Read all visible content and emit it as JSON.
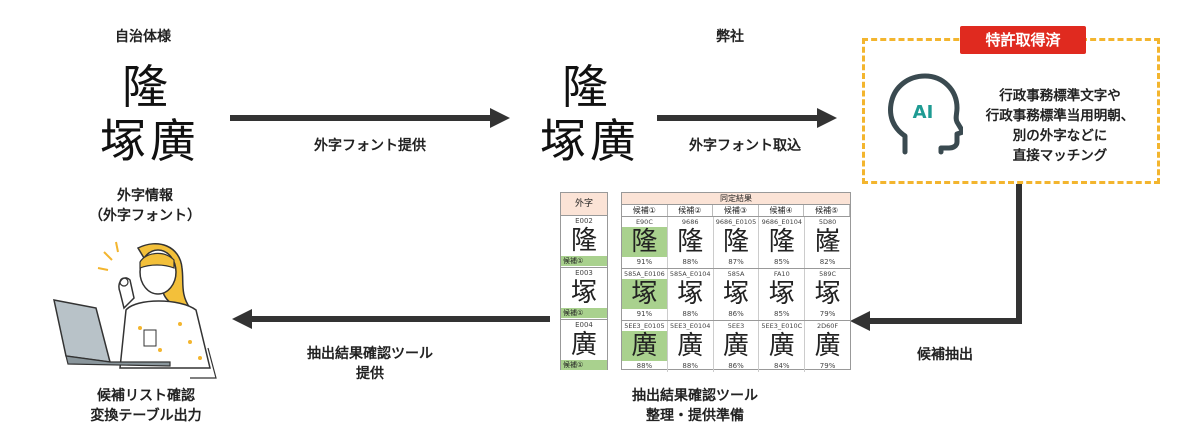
{
  "left": {
    "title": "自治体様",
    "char_top": "隆",
    "char_bottom": "塚廣",
    "caption_line1": "外字情報",
    "caption_line2": "（外字フォント）"
  },
  "arrow1_label": "外字フォント提供",
  "middle": {
    "title": "弊社",
    "char_top": "隆",
    "char_bottom": "塚廣"
  },
  "arrow2_label": "外字フォント取込",
  "ai": {
    "badge": "特許取得済",
    "icon_text": "AI",
    "lines": [
      "行政事務標準文字や",
      "行政事務標準当用明朝、",
      "別の外字などに",
      "直接マッチング"
    ]
  },
  "arrow3_label": "候補抽出",
  "table_caption": [
    "抽出結果確認ツール",
    "整理・提供準備"
  ],
  "arrow4_label": [
    "抽出結果確認ツール",
    "提供"
  ],
  "bottom_caption": [
    "候補リスト確認",
    "変換テーブル出力"
  ],
  "table": {
    "side_header": "外字",
    "main_header": "同定結果",
    "columns": [
      "候補①",
      "候補②",
      "候補③",
      "候補④",
      "候補⑤"
    ],
    "rows": [
      {
        "code": "E002",
        "glyph": "隆",
        "tag": "候補①",
        "cells": [
          {
            "code": "E90C",
            "glyph": "隆",
            "pct": "91%"
          },
          {
            "code": "9686",
            "glyph": "隆",
            "pct": "88%"
          },
          {
            "code": "9686_E0105",
            "glyph": "隆",
            "pct": "87%"
          },
          {
            "code": "9686_E0104",
            "glyph": "隆",
            "pct": "85%"
          },
          {
            "code": "5D80",
            "glyph": "嶐",
            "pct": "82%"
          }
        ]
      },
      {
        "code": "E003",
        "glyph": "塚",
        "tag": "候補①",
        "cells": [
          {
            "code": "585A_E0106",
            "glyph": "塚",
            "pct": "91%"
          },
          {
            "code": "585A_E0104",
            "glyph": "塚",
            "pct": "88%"
          },
          {
            "code": "585A",
            "glyph": "塚",
            "pct": "86%"
          },
          {
            "code": "FA10",
            "glyph": "塚",
            "pct": "85%"
          },
          {
            "code": "589C",
            "glyph": "塚",
            "pct": "79%"
          }
        ]
      },
      {
        "code": "E004",
        "glyph": "廣",
        "tag": "候補①",
        "cells": [
          {
            "code": "5EE3_E0105",
            "glyph": "廣",
            "pct": "88%"
          },
          {
            "code": "5EE3_E0104",
            "glyph": "廣",
            "pct": "88%"
          },
          {
            "code": "5EE3",
            "glyph": "廣",
            "pct": "86%"
          },
          {
            "code": "5EE3_E010C",
            "glyph": "廣",
            "pct": "84%"
          },
          {
            "code": "2D60F",
            "glyph": "廣",
            "pct": "79%"
          }
        ]
      }
    ]
  },
  "colors": {
    "arrow": "#333333",
    "badge": "#e02a1f",
    "dashed_border": "#f3b52e",
    "header_fill": "#fbe3d6",
    "highlight": "#a9d18e"
  }
}
